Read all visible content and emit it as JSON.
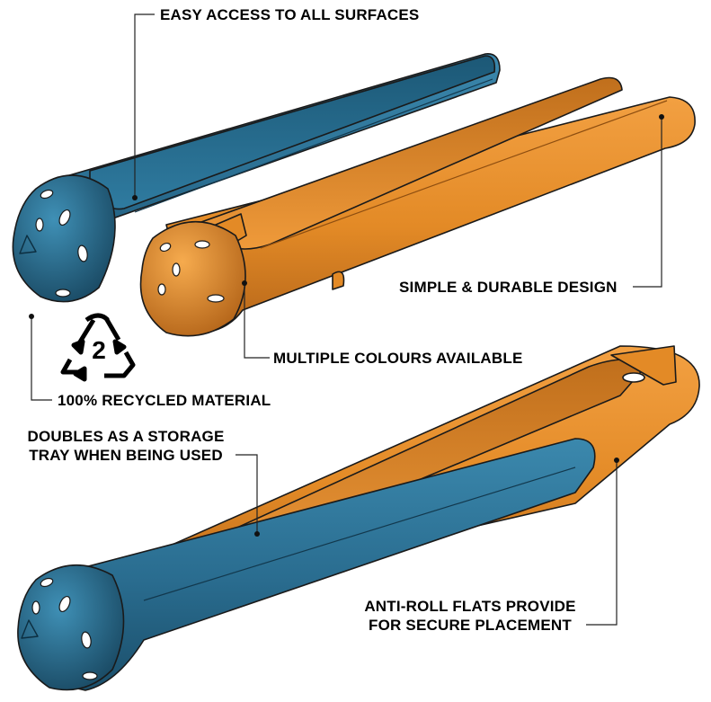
{
  "callouts": {
    "easy_access": "EASY ACCESS TO ALL SURFACES",
    "simple_durable": "SIMPLE & DURABLE DESIGN",
    "multiple_colours": "MULTIPLE COLOURS AVAILABLE",
    "recycled": "100% RECYCLED MATERIAL",
    "storage_line1": "DOUBLES AS A STORAGE",
    "storage_line2": "TRAY WHEN BEING USED",
    "anti_roll_line1": "ANTI-ROLL FLATS PROVIDE",
    "anti_roll_line2": "FOR SECURE PLACEMENT"
  },
  "recycle_symbol": {
    "icon": "recycling-symbol-icon",
    "code": "2"
  },
  "colors": {
    "blue": "#2a6d90",
    "blue_dark": "#1b4f6b",
    "orange": "#e38a26",
    "orange_dark": "#b5661a",
    "outline": "#1a1a1a"
  }
}
